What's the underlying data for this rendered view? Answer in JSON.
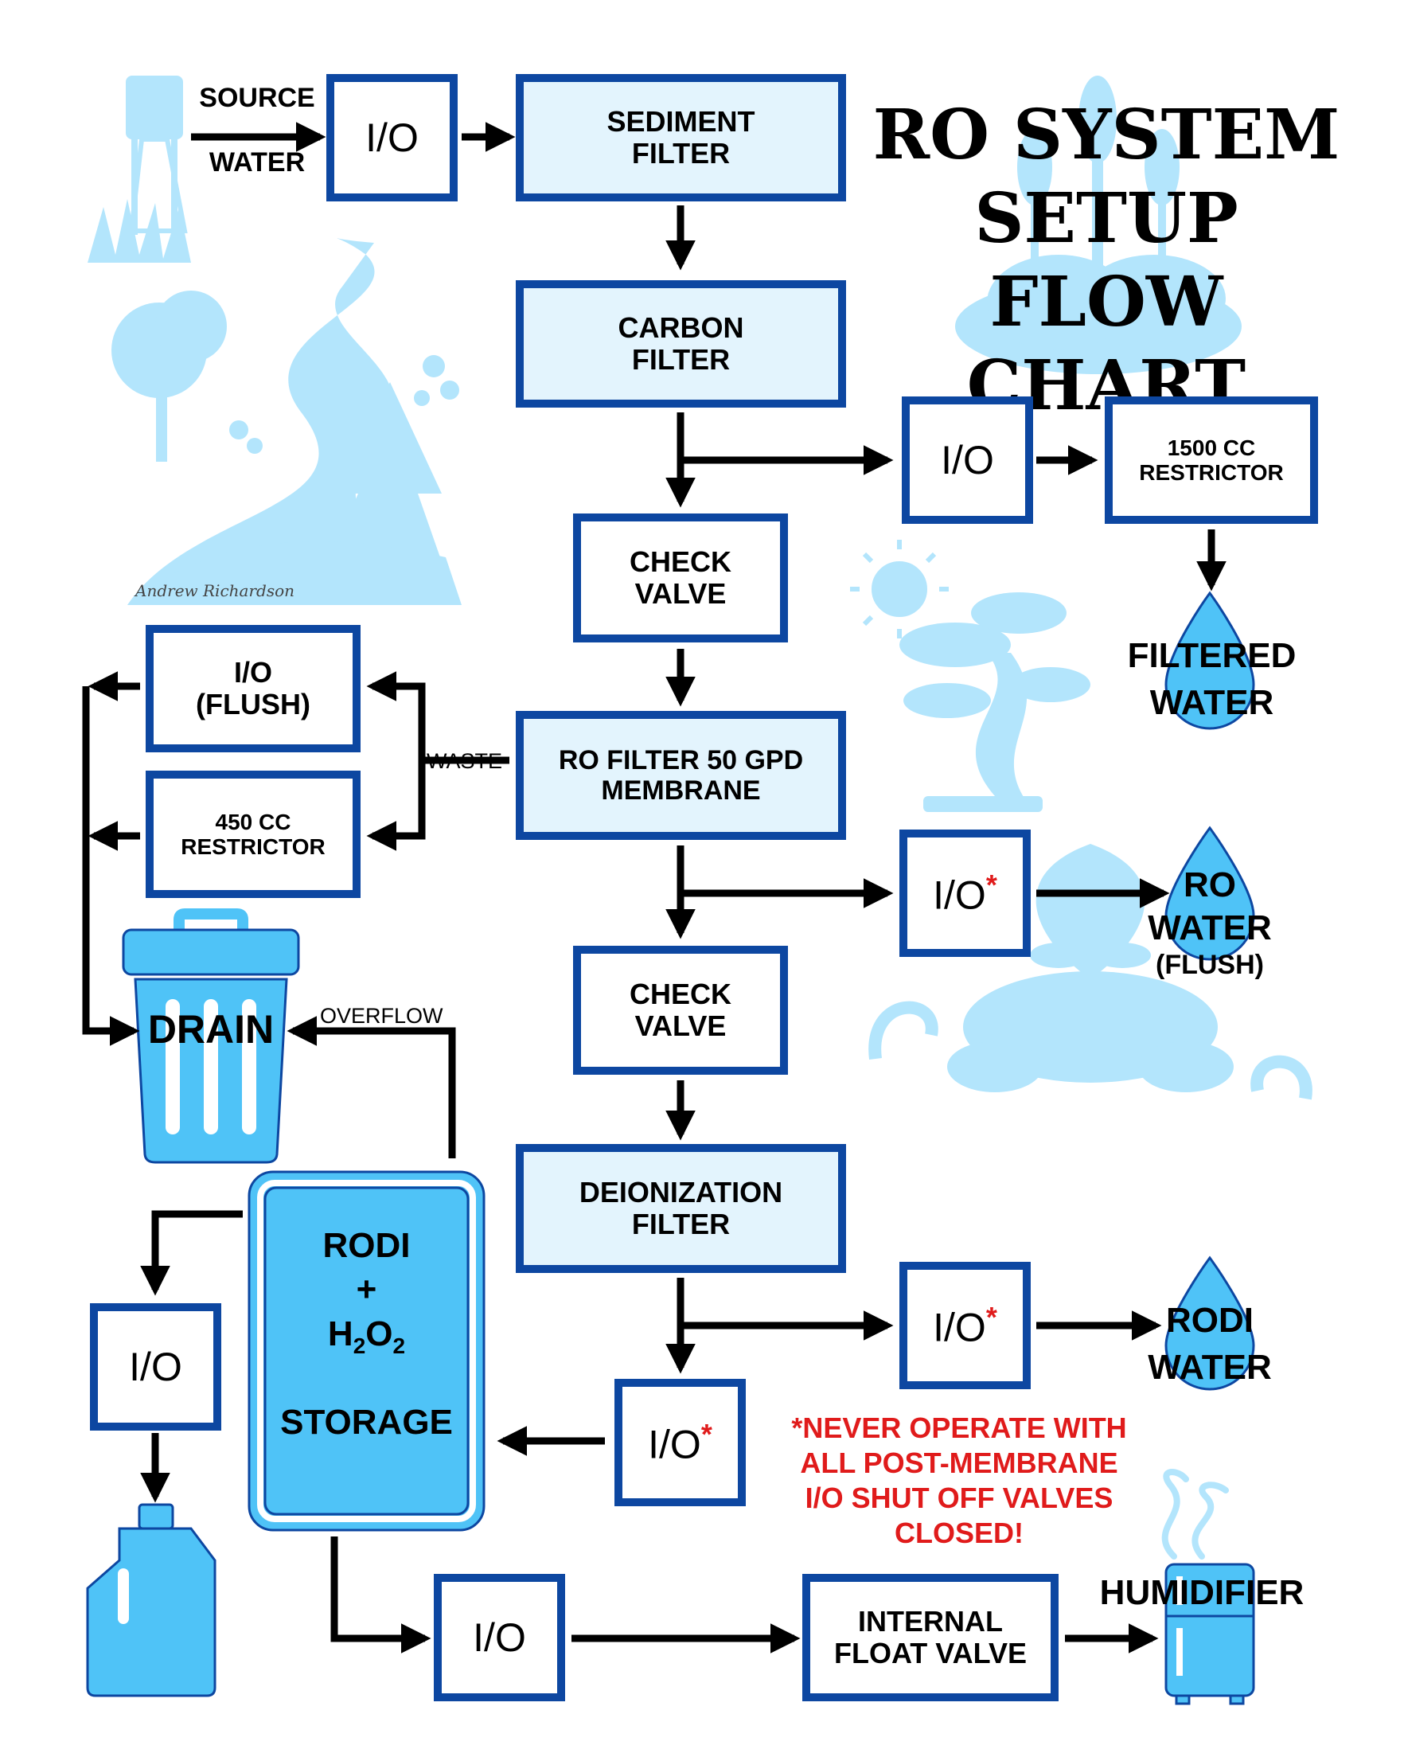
{
  "title": {
    "line1": "RO SYSTEM",
    "line2": "SETUP",
    "line3": "FLOW CHART"
  },
  "source": {
    "line1": "SOURCE",
    "line2": "WATER"
  },
  "io": "I/O",
  "io_star": {
    "text": "I/O",
    "star": "*"
  },
  "sediment": {
    "line1": "SEDIMENT",
    "line2": "FILTER"
  },
  "carbon": {
    "line1": "CARBON",
    "line2": "FILTER"
  },
  "check_valve": {
    "line1": "CHECK",
    "line2": "VALVE"
  },
  "restrictor_1500": {
    "line1": "1500 CC",
    "line2": "RESTRICTOR"
  },
  "filtered_water": {
    "line1": "FILTERED",
    "line2": "WATER"
  },
  "io_flush": {
    "line1": "I/O",
    "line2": "(FLUSH)"
  },
  "restrictor_450": {
    "line1": "450 CC",
    "line2": "RESTRICTOR"
  },
  "waste_label": "WASTE",
  "ro_membrane": {
    "line1": "RO FILTER 50 GPD",
    "line2": "MEMBRANE"
  },
  "ro_water": {
    "line1": "RO",
    "line2": "WATER",
    "line3": "(FLUSH)"
  },
  "drain": "DRAIN",
  "overflow_label": "OVERFLOW",
  "deionization": {
    "line1": "DEIONIZATION",
    "line2": "FILTER"
  },
  "rodi_water": {
    "line1": "RODI",
    "line2": "WATER"
  },
  "storage": {
    "line1": "RODI",
    "line2": "+",
    "h": "H",
    "sub1": "2",
    "o": "O",
    "sub2": "2",
    "line4": "STORAGE"
  },
  "warning": {
    "star": "*",
    "line1": "NEVER OPERATE WITH",
    "line2": "ALL POST-MEMBRANE",
    "line3": "I/O SHUT OFF VALVES",
    "line4": "CLOSED!"
  },
  "float_valve": {
    "line1": "INTERNAL",
    "line2": "FLOAT VALVE"
  },
  "humidifier": "HUMIDIFIER",
  "signature": "Andrew Richardson",
  "colors": {
    "box_border": "#0d47a1",
    "box_fill": "#e3f4fd",
    "arrow": "#000000",
    "illustration": "#b3e5fc",
    "drop": "#4fc3f7",
    "warning": "#e01b1b"
  }
}
